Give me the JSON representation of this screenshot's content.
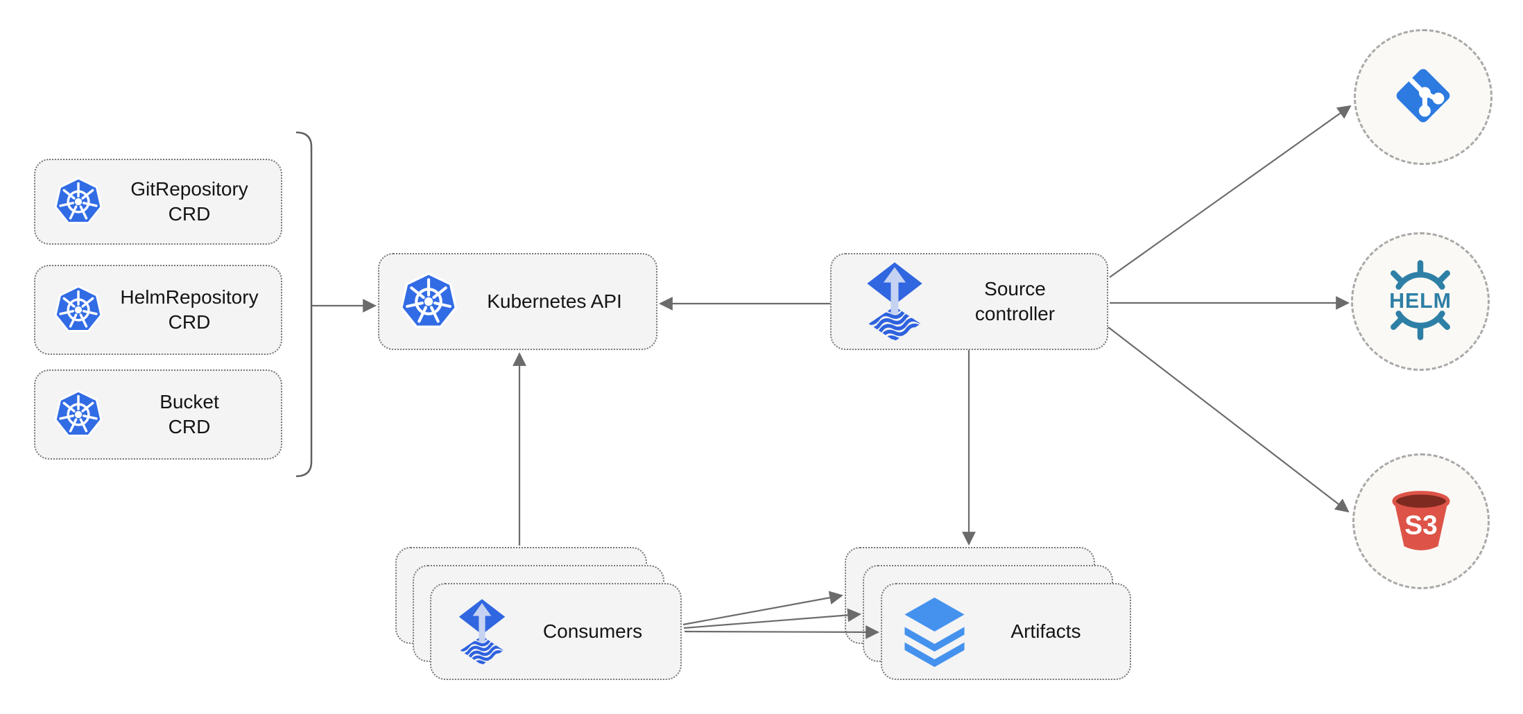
{
  "nodes": {
    "crd_boxes": [
      {
        "id": "gitrepository-crd",
        "line1": "GitRepository",
        "line2": "CRD",
        "icon": "kubernetes-icon"
      },
      {
        "id": "helmrepository-crd",
        "line1": "HelmRepository",
        "line2": "CRD",
        "icon": "kubernetes-icon"
      },
      {
        "id": "bucket-crd",
        "line1": "Bucket",
        "line2": "CRD",
        "icon": "kubernetes-icon"
      }
    ],
    "kubernetes_api": {
      "label": "Kubernetes API",
      "icon": "kubernetes-icon"
    },
    "source_controller": {
      "line1": "Source",
      "line2": "controller",
      "icon": "source-controller-icon"
    },
    "consumers": {
      "label": "Consumers",
      "icon": "source-controller-icon",
      "stack_count": 3
    },
    "artifacts": {
      "label": "Artifacts",
      "icon": "artifact-layers-icon",
      "stack_count": 3
    },
    "git_endpoint": {
      "icon": "git-icon"
    },
    "helm_endpoint": {
      "icon": "helm-icon",
      "label": "HELM"
    },
    "s3_endpoint": {
      "icon": "s3-bucket-icon",
      "label": "S3"
    }
  },
  "edges": [
    {
      "from": "crd-boxes-bracket",
      "to": "kubernetes-api",
      "arrow": true
    },
    {
      "from": "source-controller",
      "to": "kubernetes-api",
      "arrow": true
    },
    {
      "from": "consumers",
      "to": "kubernetes-api",
      "arrow": true
    },
    {
      "from": "source-controller",
      "to": "artifacts",
      "arrow": true
    },
    {
      "from": "source-controller",
      "to": "git-endpoint",
      "arrow": true
    },
    {
      "from": "source-controller",
      "to": "helm-endpoint",
      "arrow": true
    },
    {
      "from": "source-controller",
      "to": "s3-endpoint",
      "arrow": true
    },
    {
      "from": "consumers",
      "to": "artifacts",
      "arrow": true,
      "count": 3
    }
  ],
  "colors": {
    "kubernetes_blue": "#326CE5",
    "flux_diamond_blue": "#3066DF",
    "flux_arrow_light": "#C5D2F2",
    "flux_wave_blue": "#2E62DE",
    "layers_blue": "#4592EE",
    "git_blue": "#2D7BE0",
    "helm_teal": "#2E7FA5",
    "s3_red": "#DE5348",
    "s3_dark_red": "#7E2A20",
    "node_fill": "#F4F4F5",
    "line_gray": "#6B6B6B"
  }
}
